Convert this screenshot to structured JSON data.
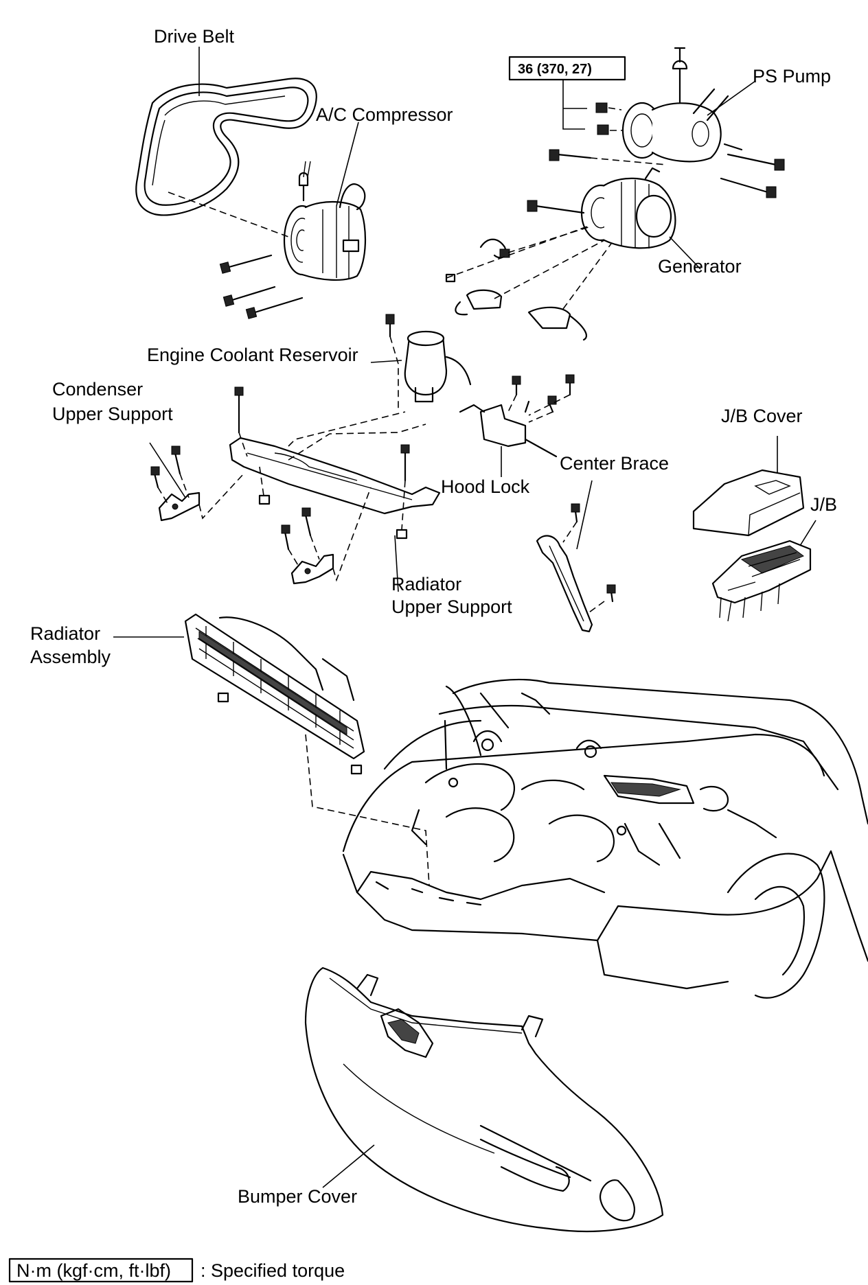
{
  "labels": {
    "drive_belt": "Drive Belt",
    "ac_compressor": "A/C Compressor",
    "ps_pump": "PS Pump",
    "torque_value": "36 (370, 27)",
    "generator": "Generator",
    "coolant_reservoir": "Engine Coolant Reservoir",
    "condenser_support_1": "Condenser",
    "condenser_support_2": "Upper Support",
    "jb_cover": "J/B Cover",
    "center_brace": "Center Brace",
    "hood_lock": "Hood Lock",
    "jb": "J/B",
    "radiator_support_1": "Radiator",
    "radiator_support_2": "Upper Support",
    "radiator_assembly_1": "Radiator",
    "radiator_assembly_2": "Assembly",
    "bumper_cover": "Bumper Cover"
  },
  "legend": {
    "units": "N·m (kgf·cm, ft·lbf)",
    "description": ": Specified torque"
  }
}
